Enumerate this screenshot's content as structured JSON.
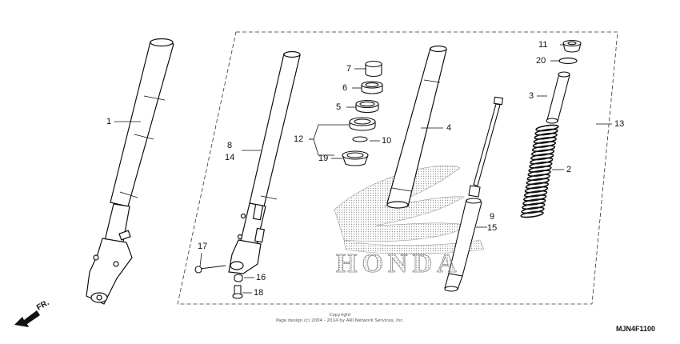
{
  "diagram": {
    "labels": {
      "p1": "1",
      "p2": "2",
      "p3": "3",
      "p4": "4",
      "p5": "5",
      "p6": "6",
      "p7": "7",
      "p8": "8",
      "p9": "9",
      "p10": "10",
      "p11": "11",
      "p12": "12",
      "p13": "13",
      "p14": "14",
      "p15": "15",
      "p16": "16",
      "p17": "17",
      "p18": "18",
      "p19": "19",
      "p20": "20"
    },
    "direction_marker": "FR.",
    "watermark": "HONDA",
    "copyright_line1": "Copyright",
    "copyright_line2": "Page design (c) 2004 - 2014 by ARI Network Services, Inc.",
    "diagram_code": "MJN4F1100"
  },
  "colors": {
    "line": "#111111",
    "watermark": "#bbbbbb",
    "background": "#ffffff"
  }
}
